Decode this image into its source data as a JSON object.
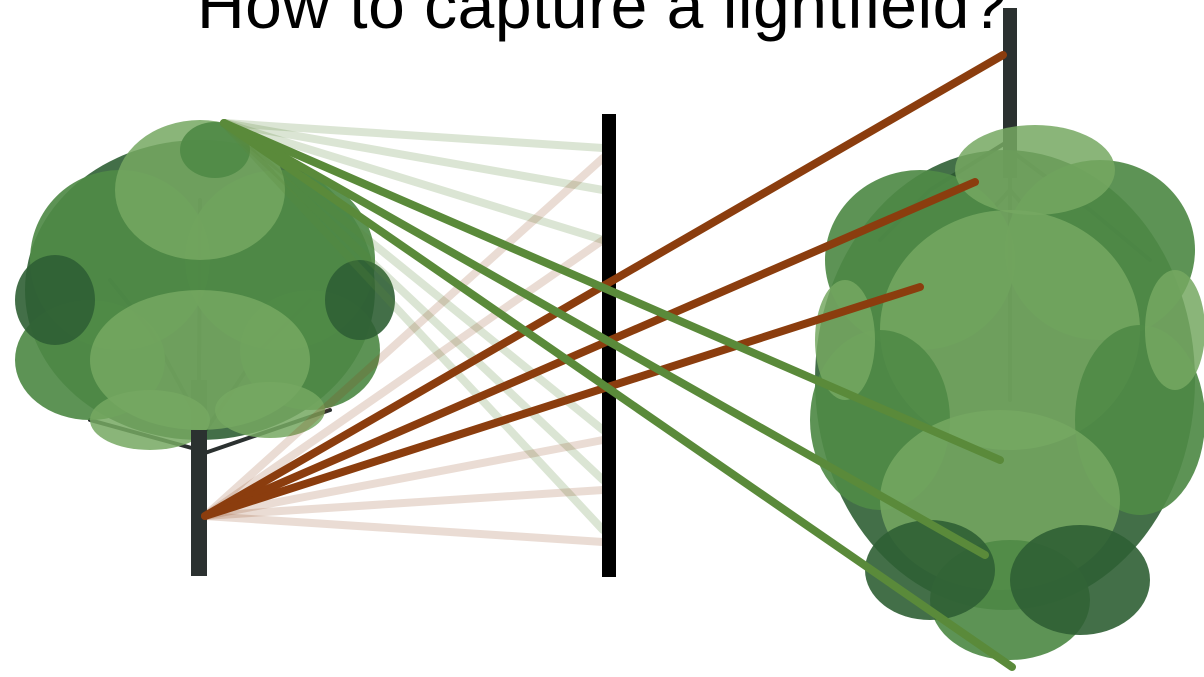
{
  "slide": {
    "title": "How to capture a lightfield?"
  },
  "diagram": {
    "objects": [
      {
        "name": "Real tree (upright)",
        "icon": "tree-icon"
      },
      {
        "name": "Barrier with pinhole",
        "icon": "barrier-icon"
      },
      {
        "name": "Projected tree (inverted)",
        "icon": "inverted-tree-icon"
      }
    ],
    "colors": {
      "green_ray": "#5a8a3a",
      "brown_ray": "#8b3d0e",
      "barrier": "#000000"
    }
  }
}
